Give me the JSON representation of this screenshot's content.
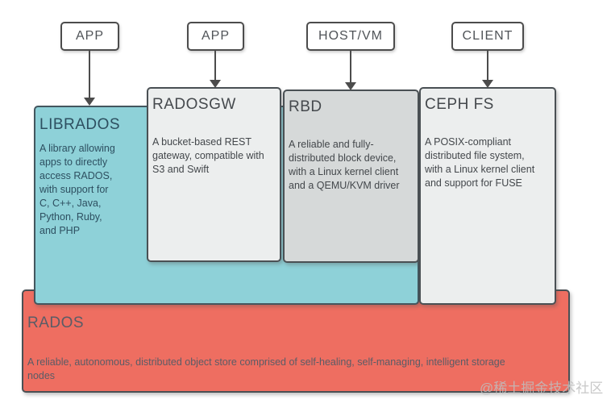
{
  "top_nodes": [
    {
      "label": "APP"
    },
    {
      "label": "APP"
    },
    {
      "label": "HOST/VM"
    },
    {
      "label": "CLIENT"
    }
  ],
  "layers": {
    "librados": {
      "title": "LIBRADOS",
      "description": "A library allowing\napps to directly\naccess RADOS,\nwith support for\nC, C++, Java,\nPython, Ruby,\nand PHP"
    },
    "radosgw": {
      "title": "RADOSGW",
      "description": "A bucket-based REST\ngateway, compatible with\nS3 and Swift"
    },
    "rbd": {
      "title": "RBD",
      "description": "A reliable and fully-\ndistributed block device,\nwith a Linux kernel client\nand a QEMU/KVM driver"
    },
    "cephfs": {
      "title": "CEPH FS",
      "description": "A POSIX-compliant\ndistributed file system,\nwith a Linux kernel client\nand support for FUSE"
    },
    "rados": {
      "title": "RADOS",
      "description": "A reliable, autonomous, distributed object store comprised of self-healing, self-managing, intelligent storage\nnodes"
    }
  },
  "watermark": "@稀土掘金技术社区",
  "colors": {
    "teal_fill": "#8ed1d8",
    "light_gray_fill": "#eceeee",
    "mid_gray_fill": "#d6d9d9",
    "red_fill": "#ee6e61",
    "box_border": "#4a5054",
    "teal_text": "#2d4f60",
    "gray_text": "#45494d",
    "rados_text": "#5a5c66",
    "arrow": "#4c4c4c",
    "watermark_text": "#bebebe"
  }
}
